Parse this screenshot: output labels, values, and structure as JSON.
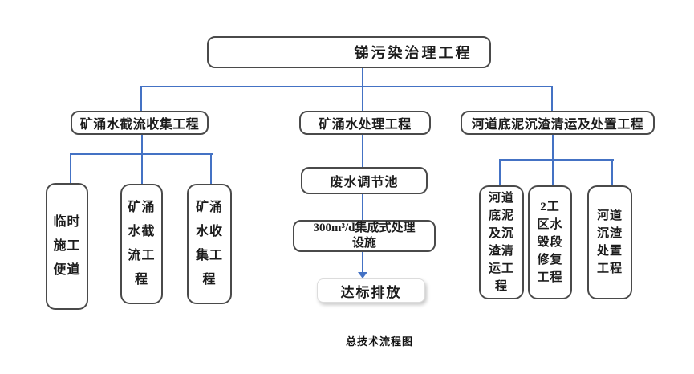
{
  "figure": {
    "caption": "总技术流程图"
  },
  "nodes": {
    "root": "锑污染治理工程",
    "branch_left": "矿涌水截流收集工程",
    "branch_mid": "矿涌水处理工程",
    "branch_right": "河道底泥沉渣清运及处置工程",
    "left_child_1": "临时\n施工\n便道",
    "left_child_2": "矿涌\n水截\n流工\n程",
    "left_child_3": "矿涌\n水收\n集工\n程",
    "mid_step_1": "废水调节池",
    "mid_step_2": "300m³/d集成式处理\n设施",
    "mid_step_3": "达标排放",
    "right_child_1": "河道\n底泥\n及沉\n渣清\n运工\n程",
    "right_child_2": "2工\n区水\n毁段\n修复\n工程",
    "right_child_3": "河道\n沉渣\n处置\n工程"
  },
  "colors": {
    "connector_blue": "#4472C4",
    "box_border_gray": "#4a4a4a",
    "text": "#1c1c1c"
  }
}
